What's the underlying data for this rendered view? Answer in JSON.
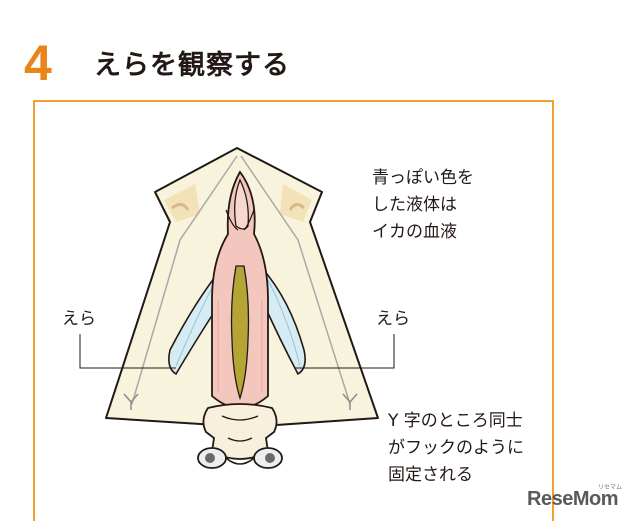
{
  "header": {
    "step_number": "4",
    "title": "えらを観察する"
  },
  "annotations": {
    "blood_note_lines": [
      "青っぽい色を",
      "した液体は",
      "イカの血液"
    ],
    "gill_label_left": "えら",
    "gill_label_right": "えら",
    "lock_note_lines": [
      "Y 字のところ同士",
      "がフックのように",
      "固定される"
    ]
  },
  "watermark": {
    "text": "ReseMom",
    "ruby": "リセマム"
  },
  "colors": {
    "accent_orange": "#e8861a",
    "frame_border": "#f2a02d",
    "mantle_fill": "#f8f3dc",
    "gill_blue": "#d6ecf4",
    "gut_pink": "#f3c7bd",
    "gut_green": "#b5a535"
  }
}
